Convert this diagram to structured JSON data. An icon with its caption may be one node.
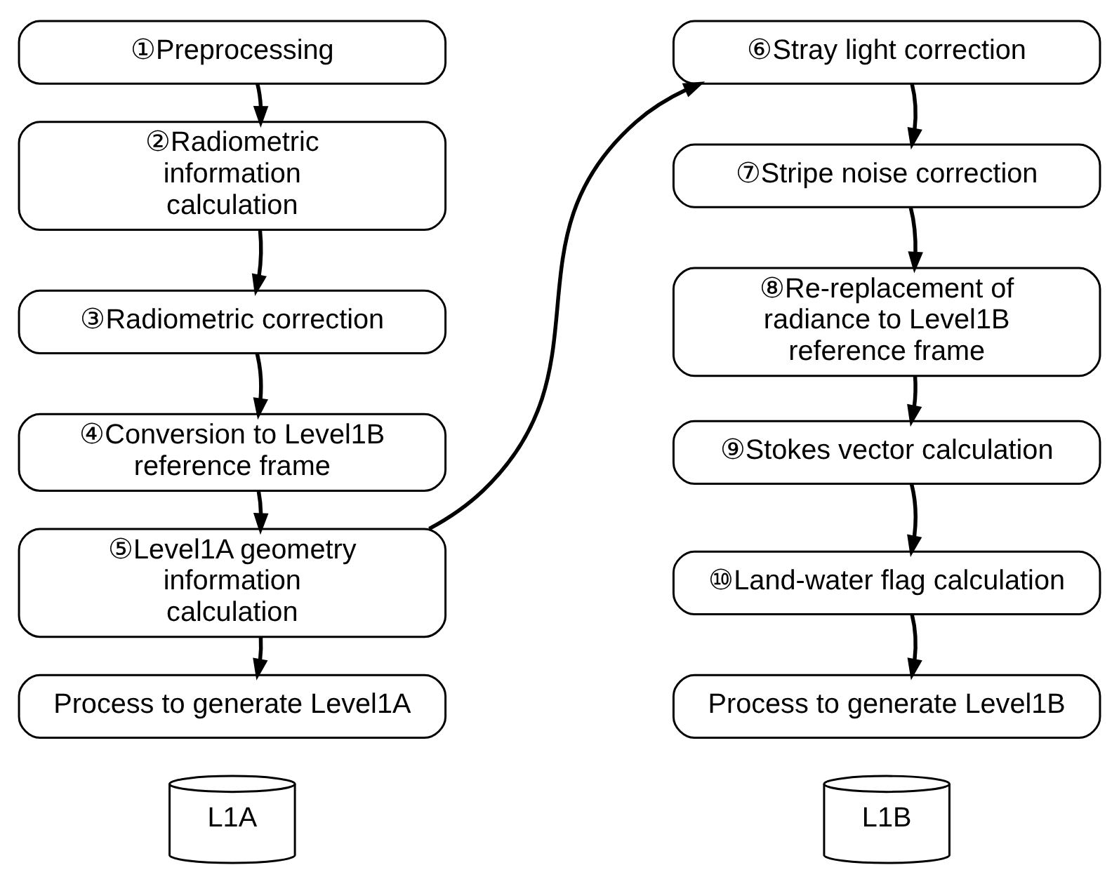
{
  "diagram": {
    "nodes": [
      {
        "text": [
          "①Preprocessing"
        ]
      },
      {
        "text": [
          "②Radiometric information calculation"
        ]
      },
      {
        "text": [
          "③Radiometric correction"
        ]
      },
      {
        "text": [
          "④Conversion to Level1B reference frame"
        ]
      },
      {
        "text": [
          "⑤Level1A geometry information calculation"
        ]
      },
      {
        "text": [
          "Process to generate Level1A"
        ]
      },
      {
        "text": [
          "L1A"
        ]
      },
      {
        "text": [
          "⑥Stray light correction"
        ]
      },
      {
        "text": [
          "⑦Stripe noise correction"
        ]
      },
      {
        "text": [
          "⑧Re-replacement of radiance to Level1B reference frame"
        ]
      },
      {
        "text": [
          "⑨Stokes vector calculation"
        ]
      },
      {
        "text": [
          "⑩Land-water flag calculation"
        ]
      },
      {
        "text": [
          "Process to generate Level1B"
        ]
      },
      {
        "text": [
          "L1B"
        ]
      }
    ],
    "edges": [
      {
        "from": 0,
        "to": 1,
        "arrow": "to"
      },
      {
        "from": 1,
        "to": 2,
        "arrow": "to"
      },
      {
        "from": 2,
        "to": 3,
        "arrow": "to"
      },
      {
        "from": 3,
        "to": 4,
        "arrow": "to"
      },
      {
        "from": 4,
        "to": 5,
        "arrow": "to"
      },
      {
        "from": 4,
        "to": 7,
        "arrow": "to"
      },
      {
        "from": 7,
        "to": 8,
        "arrow": "to"
      },
      {
        "from": 8,
        "to": 9,
        "arrow": "to"
      },
      {
        "from": 9,
        "to": 10,
        "arrow": "to"
      },
      {
        "from": 10,
        "to": 11,
        "arrow": "to"
      },
      {
        "from": 11,
        "to": 12,
        "arrow": "to"
      }
    ]
  }
}
